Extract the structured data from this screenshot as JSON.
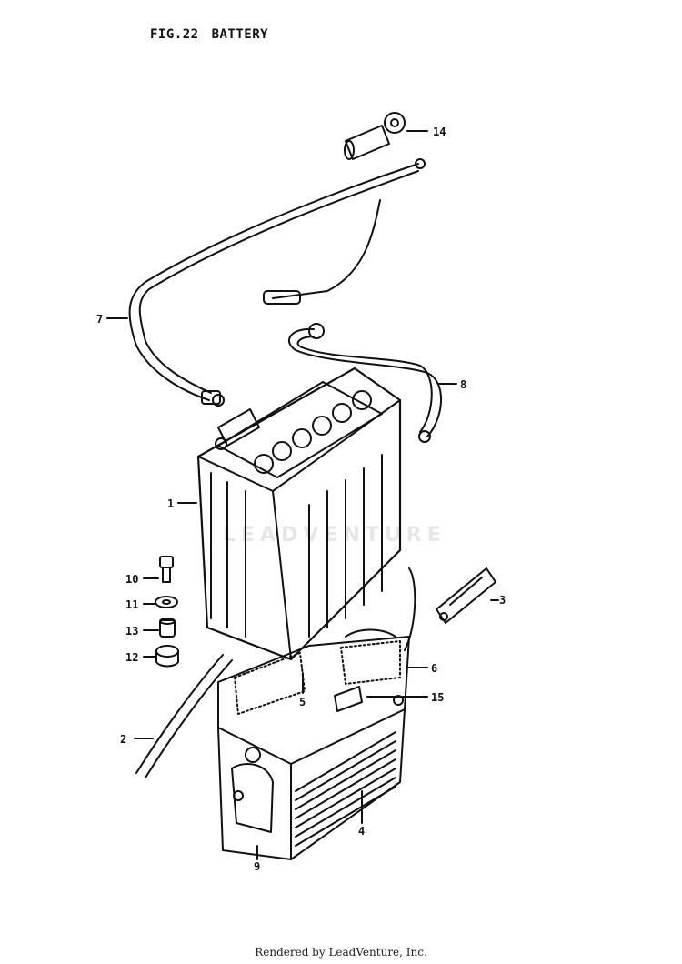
{
  "figure": {
    "number": "FIG.22",
    "title": "BATTERY"
  },
  "watermark": "LEADVENTURE",
  "footer": "Rendered by LeadVenture, Inc.",
  "callouts": {
    "c1": "1",
    "c2": "2",
    "c3": "3",
    "c4": "4",
    "c5": "5",
    "c6": "6",
    "c7": "7",
    "c8": "8",
    "c9": "9",
    "c10": "10",
    "c11": "11",
    "c12": "12",
    "c13": "13",
    "c14": "14",
    "c15": "15"
  }
}
